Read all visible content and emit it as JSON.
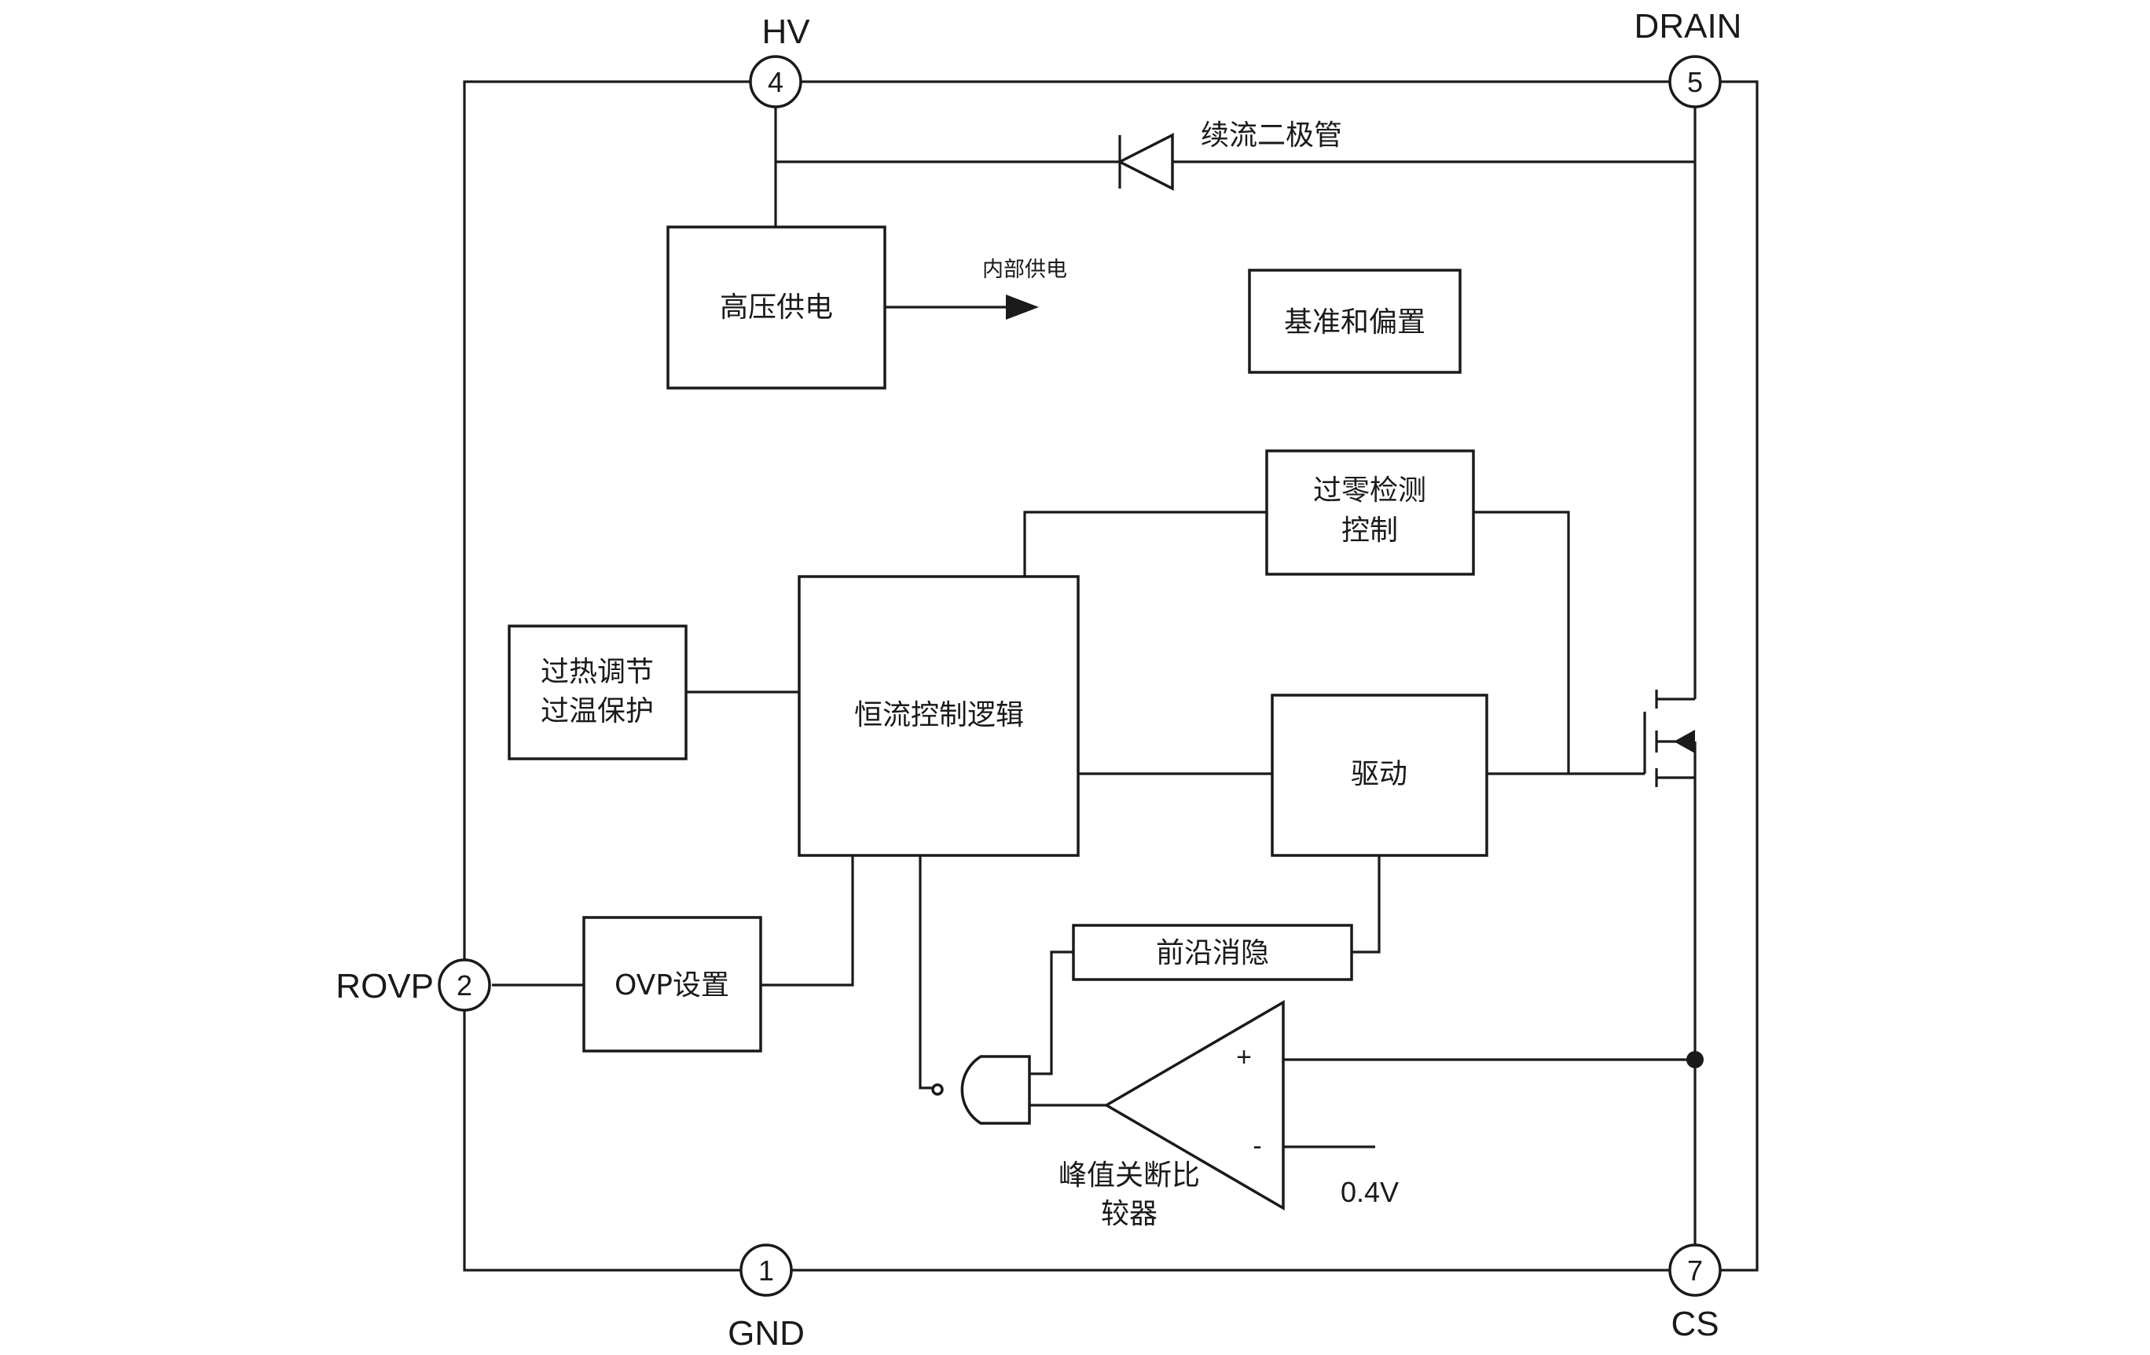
{
  "pins": {
    "hv": {
      "number": "4",
      "name": "HV"
    },
    "drain": {
      "number": "5",
      "name": "DRAIN"
    },
    "rovp": {
      "number": "2",
      "name": "ROVP"
    },
    "gnd": {
      "number": "1",
      "name": "GND"
    },
    "cs": {
      "number": "7",
      "name": "CS"
    }
  },
  "blocks": {
    "hv_supply": "高压供电",
    "internal_supply": "内部供电",
    "reference_bias": "基准和偏置",
    "zero_cross_line1": "过零检测",
    "zero_cross_line2": "控制",
    "thermal_line1": "过热调节",
    "thermal_line2": "过温保护",
    "cc_logic": "恒流控制逻辑",
    "driver": "驱动",
    "ovp_setting": "OVP设置",
    "leading_edge_blanking": "前沿消隐"
  },
  "labels": {
    "freewheel_diode": "续流二极管",
    "comparator_line1": "峰值关断比",
    "comparator_line2": "较器",
    "plus": "+",
    "minus": "-",
    "vref": "0.4V"
  }
}
